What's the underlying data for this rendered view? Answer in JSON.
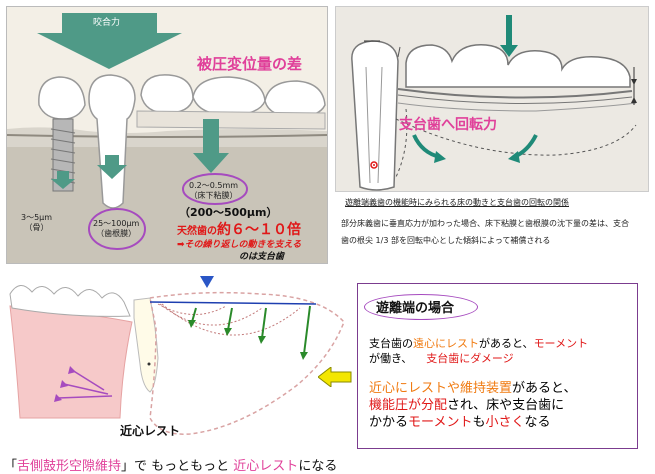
{
  "top_left": {
    "arrow_label": "咬合力",
    "title": "被圧変位量の差",
    "label_bone": "3〜5μm\n（骨）",
    "label_pdl": "25〜100μm\n（歯根膜）",
    "label_mucosa": "0.2〜0.5mm\n（床下粘膜）",
    "label_microns": "（200〜500μm）",
    "tooth_prefix": "天然歯の",
    "tooth_ratio": "約６〜１０倍",
    "caption_line1": "➡その繰り返しの動きを支える",
    "caption_line2": "のは支台歯"
  },
  "top_right": {
    "title": "支台歯へ回転力",
    "caption_title": "遊離端義歯の機能時にみられる床の動きと支台歯の回転の関係",
    "caption_body1": "部分床義歯に垂直応力が加わった場合、床下粘膜と歯根膜の沈下量の差は、支合",
    "caption_body2": "歯の根尖 1/3 部を回転中心とした傾斜によって補償される"
  },
  "bottom_left": {
    "label": "近心レスト"
  },
  "right_box": {
    "title": "遊離端の場合",
    "p1_a": "支台歯の",
    "p1_b": "遠心にレスト",
    "p1_c": "があると、",
    "p1_d": "モーメント",
    "p1_e": "が働き、",
    "p1_f": "支台歯にダメージ",
    "p2_a": "近心にレストや維持装置",
    "p2_b": "があると、",
    "p2_c": "機能圧が分配",
    "p2_d": "され、床や支台歯に",
    "p2_e": "かかる",
    "p2_f": "モーメント",
    "p2_g": "も",
    "p2_h": "小さく",
    "p2_i": "なる"
  },
  "footer": {
    "a": "「",
    "b": "舌側鼓形空隙維持",
    "c": "」で もっともっと ",
    "d": "近心レスト",
    "e": "になる"
  },
  "colors": {
    "magenta": "#e0409a",
    "red": "#e01818",
    "orange": "#f07a10",
    "teal": "#2f8f80",
    "purple": "#7b3c8f",
    "blue": "#1e3fb0"
  }
}
